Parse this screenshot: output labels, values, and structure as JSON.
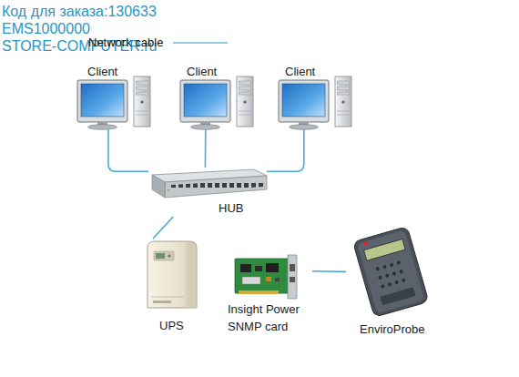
{
  "diagram": {
    "nodes": [
      {
        "text": [
          "Client"
        ]
      },
      {
        "text": [
          "Client"
        ]
      },
      {
        "text": [
          "Client"
        ]
      },
      {
        "text": [
          "HUB"
        ]
      },
      {
        "text": [
          "UPS"
        ]
      },
      {
        "text": [
          "Insight Power SNMP card"
        ]
      },
      {
        "text": [
          "EnviroProbe"
        ]
      }
    ],
    "edges": [
      {
        "from": 0,
        "to": 3,
        "arrow": "none"
      },
      {
        "from": 1,
        "to": 3,
        "arrow": "none"
      },
      {
        "from": 2,
        "to": 3,
        "arrow": "none"
      },
      {
        "from": 3,
        "to": 4,
        "arrow": "none"
      },
      {
        "from": 5,
        "to": 6,
        "arrow": "none"
      }
    ],
    "labels": [
      "Код для заказа:130633",
      "EMS1000000",
      "STORE-COMPUTER.ru",
      "Network cable"
    ]
  }
}
